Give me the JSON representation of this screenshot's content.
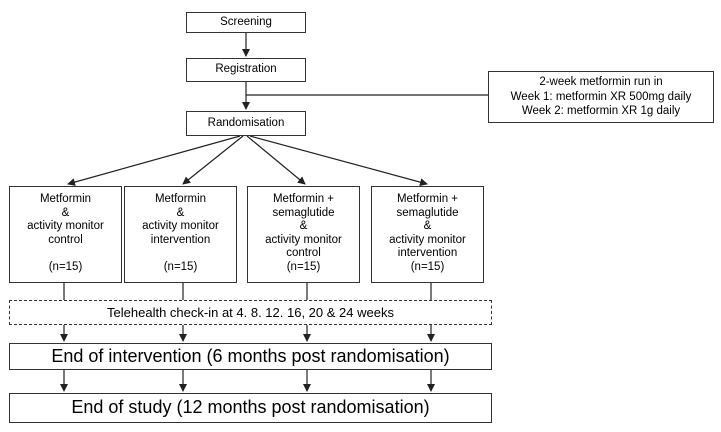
{
  "steps": {
    "screening": "Screening",
    "registration": "Registration",
    "randomisation": "Randomisation"
  },
  "run_in": {
    "title": "2-week metformin run in",
    "week1": "Week 1: metformin XR 500mg daily",
    "week2": "Week 2: metformin XR 1g daily"
  },
  "arms": [
    {
      "lines": [
        "Metformin",
        "&",
        "activity monitor",
        "control"
      ],
      "n": "(n=15)"
    },
    {
      "lines": [
        "Metformin",
        "&",
        "activity monitor",
        "intervention"
      ],
      "n": "(n=15)"
    },
    {
      "lines": [
        "Metformin +",
        "semaglutide",
        "&",
        "activity monitor",
        "control"
      ],
      "n": "(n=15)"
    },
    {
      "lines": [
        "Metformin +",
        "semaglutide",
        "&",
        "activity monitor",
        "intervention"
      ],
      "n": "(n=15)"
    }
  ],
  "telehealth": "Telehealth check-in at 4. 8. 12. 16, 20 & 24 weeks",
  "end_intervention": "End of intervention (6 months post randomisation)",
  "end_study": "End of study (12 months post randomisation)"
}
